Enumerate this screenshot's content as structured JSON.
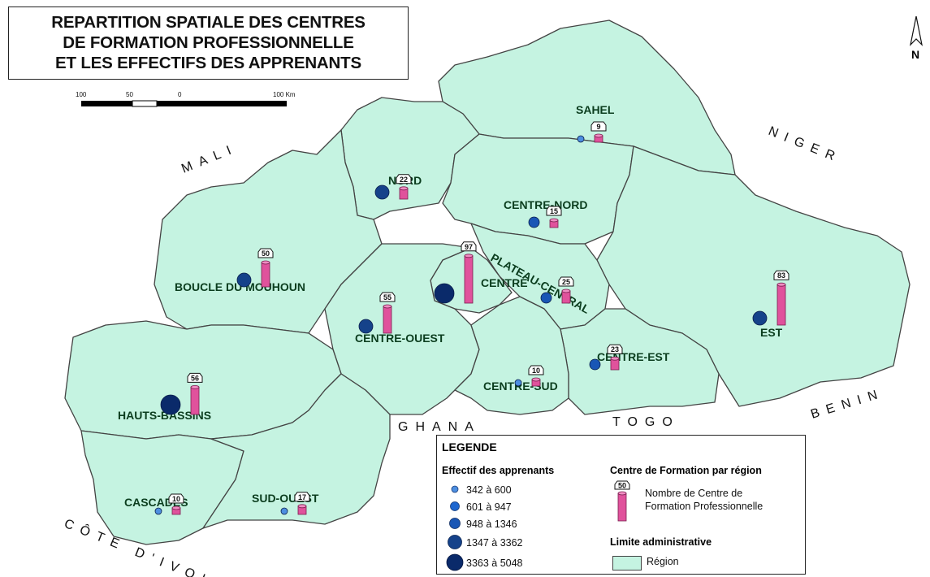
{
  "title": {
    "line1": "REPARTITION SPATIALE DES CENTRES",
    "line2": "DE FORMATION PROFESSIONNELLE",
    "line3": "ET LES EFFECTIFS DES APPRENANTS"
  },
  "north_label": "N",
  "scale": {
    "labels": [
      "100",
      "50",
      "0",
      "100 Km"
    ]
  },
  "countries": {
    "mali": "MALI",
    "niger": "NIGER",
    "benin": "BENIN",
    "togo": "TOGO",
    "ghana": "GHANA",
    "cote_ivoire": "CÔTE D'IVOIRE"
  },
  "regions": [
    {
      "name": "SAHEL",
      "centres": 9,
      "learners_class": 1
    },
    {
      "name": "NORD",
      "centres": 22,
      "learners_class": 4
    },
    {
      "name": "CENTRE-NORD",
      "centres": 15,
      "learners_class": 3
    },
    {
      "name": "BOUCLE DU MOUHOUN",
      "centres": 50,
      "learners_class": 4
    },
    {
      "name": "PLATEAU-CENTRAL",
      "centres": 25,
      "learners_class": 3
    },
    {
      "name": "CENTRE",
      "centres": 97,
      "learners_class": 5
    },
    {
      "name": "CENTRE-OUEST",
      "centres": 55,
      "learners_class": 4
    },
    {
      "name": "EST",
      "centres": 83,
      "learners_class": 4
    },
    {
      "name": "CENTRE-EST",
      "centres": 23,
      "learners_class": 3
    },
    {
      "name": "CENTRE-SUD",
      "centres": 10,
      "learners_class": 1
    },
    {
      "name": "HAUTS-BASSINS",
      "centres": 56,
      "learners_class": 5
    },
    {
      "name": "CASCADES",
      "centres": 10,
      "learners_class": 1
    },
    {
      "name": "SUD-OUEST",
      "centres": 17,
      "learners_class": 1
    }
  ],
  "legend": {
    "title": "LEGENDE",
    "learners_heading": "Effectif des apprenants",
    "learners_classes": [
      "342 à 600",
      "601 à 947",
      "948 à 1346",
      "1347 à 3362",
      "3363 à 5048"
    ],
    "centres_heading": "Centre de Formation par région",
    "centres_sample": "50",
    "centres_desc_line1": "Nombre de Centre de",
    "centres_desc_line2": "Formation Professionnelle",
    "admin_heading": "Limite administrative",
    "region_label": "Région"
  },
  "colors": {
    "region_fill": "#c5f3e1",
    "border": "#444444",
    "cylinder": "#e0529c",
    "circle_classes": [
      "#4d8fe0",
      "#1d66cf",
      "#1956b5",
      "#15428a",
      "#0a2a6a"
    ]
  }
}
